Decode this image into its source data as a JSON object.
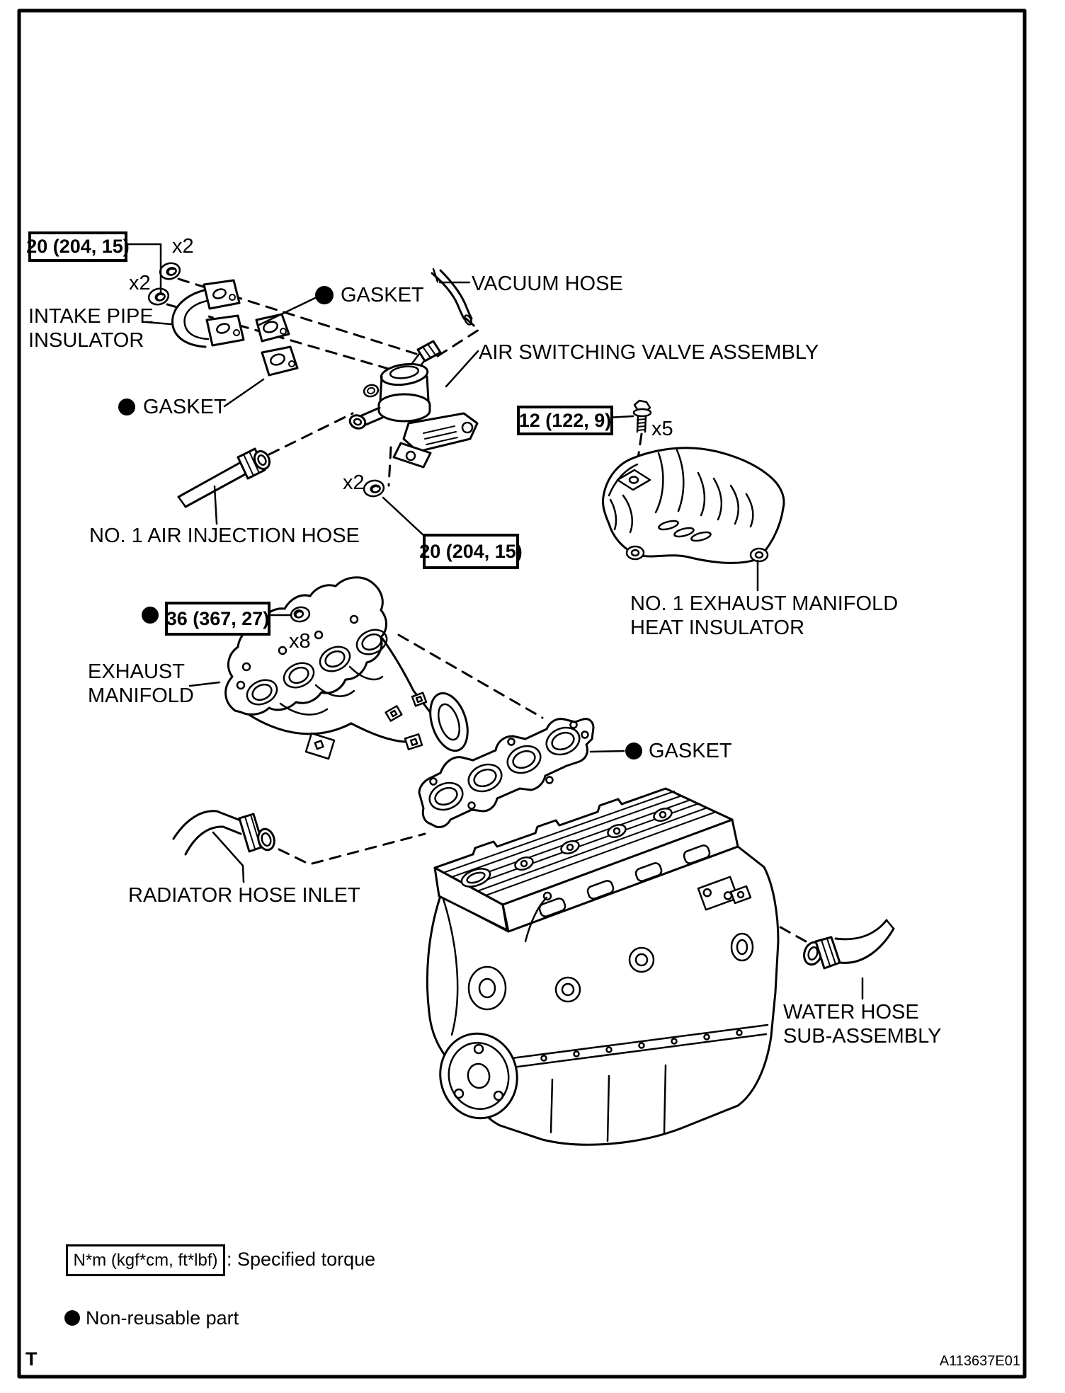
{
  "page": {
    "corner_mark": "T",
    "figure_id": "A113637E01"
  },
  "torque_boxes": {
    "intake_pipe_bolts": "20 (204, 15)",
    "heat_insulator_bolts": "12 (122, 9)",
    "valve_assembly_bolts": "20 (204, 15)",
    "manifold_nuts": "36 (367, 27)"
  },
  "counts": {
    "intake_bolts_upper": "x2",
    "intake_bolts_lower": "x2",
    "valve_bolts": "x2",
    "heat_insulator_bolts": "x5",
    "manifold_nuts": "x8"
  },
  "part_labels": {
    "intake_pipe_insulator": "INTAKE PIPE\nINSULATOR",
    "gasket_upper": "GASKET",
    "vacuum_hose": "VACUUM HOSE",
    "air_switching_valve": "AIR SWITCHING VALVE ASSEMBLY",
    "gasket_left": "GASKET",
    "air_injection_hose": "NO. 1 AIR INJECTION HOSE",
    "heat_insulator": "NO. 1 EXHAUST MANIFOLD\nHEAT INSULATOR",
    "exhaust_manifold": "EXHAUST\nMANIFOLD",
    "manifold_gasket": "GASKET",
    "radiator_hose_inlet": "RADIATOR HOSE INLET",
    "water_hose": "WATER HOSE\nSUB-ASSEMBLY"
  },
  "legend": {
    "torque_unit": "N*m (kgf*cm, ft*lbf)",
    "torque_desc": ": Specified torque",
    "non_reusable": "Non-reusable part"
  }
}
